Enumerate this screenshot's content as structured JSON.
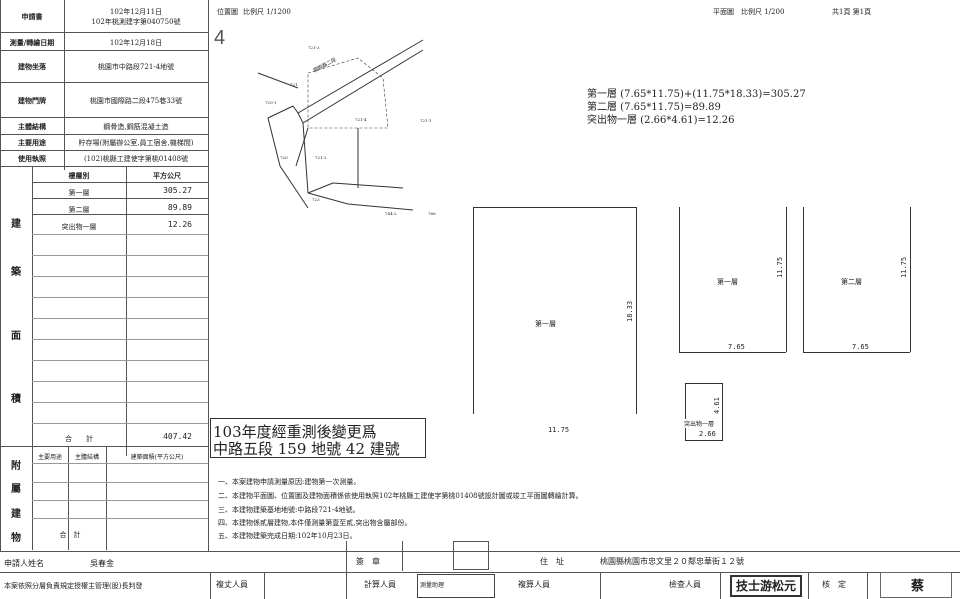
{
  "header_rows": [
    {
      "label": "申請書",
      "value_lines": [
        "102年12月11日",
        "102年桃測建字第040750號"
      ]
    },
    {
      "label": "測量/轉繪日期",
      "value_lines": [
        "102年12月18日"
      ]
    },
    {
      "label": "建物坐落",
      "value_lines": [
        "桃園市中路段721-4地號"
      ]
    },
    {
      "label": "建物門牌",
      "value_lines": [
        "桃園市國際路二段475巷33號"
      ]
    },
    {
      "label": "主體結構",
      "value_lines": [
        "鋼骨造,鋼筋混凝土造"
      ]
    },
    {
      "label": "主要用途",
      "value_lines": [
        "貯存場(附屬辦公室,員工宿舍,機梯間)"
      ]
    },
    {
      "label": "使用執照",
      "value_lines": [
        "(102)桃縣工建使字第桃01408號"
      ]
    }
  ],
  "floor_table": {
    "col_floor": "樓層別",
    "col_area": "平方公尺",
    "side_chars": [
      "建",
      "築",
      "面",
      "積"
    ],
    "rows": [
      {
        "floor": "第一層",
        "area": "305.27"
      },
      {
        "floor": "第二層",
        "area": "89.89"
      },
      {
        "floor": "突出物一層",
        "area": "12.26"
      }
    ],
    "total_label": "合　　計",
    "total_value": "407.42"
  },
  "annex_table": {
    "side_chars": [
      "附",
      "屬",
      "建",
      "物"
    ],
    "col_use": "主要用途",
    "col_struct": "主體結構",
    "col_area": "建築面積(平方公尺)",
    "total_label": "合　計"
  },
  "location_plan": {
    "title": "位置圖",
    "scale": "比例尺 1/1200",
    "north_mark": "4",
    "parcels": [
      "721-3",
      "721-4",
      "721-1",
      "721-2",
      "721",
      "720",
      "729-1",
      "723",
      "744-2",
      "766"
    ],
    "road": "國際路二段"
  },
  "floor_plan": {
    "title": "平面圖",
    "scale": "比例尺 1/200",
    "page": "共1頁 第1頁",
    "area_calc": [
      "第一層 (7.65*11.75)+(11.75*18.33)=305.27",
      "第二層 (7.65*11.75)=89.89",
      "突出物一層 (2.66*4.61)=12.26"
    ],
    "shapes": [
      {
        "label": "第一層",
        "w": "11.75",
        "h": "18.33"
      },
      {
        "label": "第一層",
        "w": "7.65",
        "h": "11.75"
      },
      {
        "label": "第二層",
        "w": "7.65",
        "h": "11.75"
      },
      {
        "label": "突出物一層",
        "w": "2.66",
        "h": "4.61"
      }
    ]
  },
  "remark_box": {
    "line1": "103年度經重測後變更爲",
    "line2": "中路五段 159 地號 42 建號"
  },
  "notes": [
    "一、本案建物申請測量原因:建物第一次測量。",
    "二、本建物平面圖、位置圖及建物面積係依使用執照102年桃縣工建使字第桃01408號設計圖或竣工平面圖轉繪計算。",
    "三、本建物建築基地地號:中路段721-4地號。",
    "四、本建物係貳層建物,本件僅測量第壹至貳,突出物含屬部份。",
    "五、本建物建築完成日期:102年10月23日。"
  ],
  "applicant": {
    "label": "申請人姓名",
    "name": "吳春金",
    "seal_label": "簽　章",
    "address_label": "住　址",
    "address": "桃園縣桃園市忠文里２０鄰忠華街１２號"
  },
  "footer": {
    "notice": "本案依照分層負責規定授權主管理(股)長判發",
    "cells": [
      "複丈人員",
      "計算人員",
      "複算人員",
      "檢查人員",
      "核　定"
    ],
    "stamp_calc": "測量助理",
    "stamp_check": "技士游松元",
    "stamp_approve": "蔡"
  }
}
